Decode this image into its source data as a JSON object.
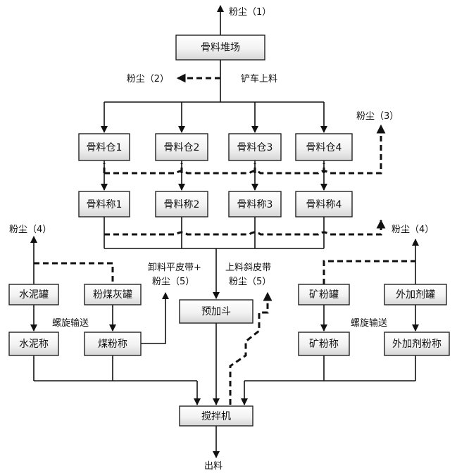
{
  "boxes": {
    "yard": "骨料堆场",
    "bin1": "骨料仓1",
    "bin2": "骨料仓2",
    "bin3": "骨料仓3",
    "bin4": "骨料仓4",
    "scale1": "骨料称1",
    "scale2": "骨料称2",
    "scale3": "骨料称3",
    "scale4": "骨料称4",
    "cement_tank": "水泥罐",
    "flyash_tank": "粉煤灰罐",
    "cement_scale": "水泥称",
    "flyash_scale": "煤粉称",
    "prehopper": "预加斗",
    "slag_tank": "矿粉罐",
    "admix_tank": "外加剂罐",
    "slag_scale": "矿粉称",
    "admix_scale": "外加剂粉称",
    "mixer": "搅拌机"
  },
  "labels": {
    "dust1": "粉尘（1）",
    "dust2": "粉尘（2）",
    "loader": "铲车上料",
    "dust3": "粉尘（3）",
    "dust4_left": "粉尘（4）",
    "dust4_right": "粉尘（4）",
    "flat_belt": "卸料平皮带+",
    "dust5_left": "粉尘（5）",
    "incline_belt": "上料斜皮带",
    "dust5_right": "粉尘（5）",
    "screw_left": "螺旋输送",
    "screw_right": "螺旋输送",
    "output": "出料"
  }
}
